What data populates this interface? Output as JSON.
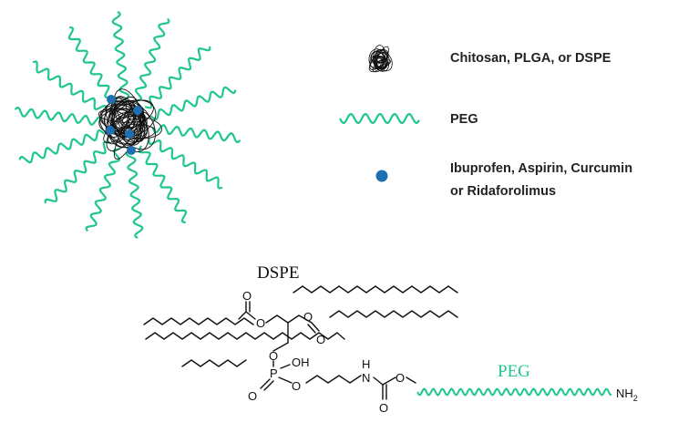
{
  "legend": {
    "core_label": "Chitosan, PLGA, or DSPE",
    "peg_label": "PEG",
    "drug_label_line1": "Ibuprofen, Aspirin, Curcumin",
    "drug_label_line2": "or Ridaforolimus"
  },
  "structure": {
    "dspe_label": "DSPE",
    "peg_label": "PEG",
    "atom_o": "O",
    "atom_p": "P",
    "atom_oh": "OH",
    "atom_n": "N",
    "atom_h": "H",
    "atom_nh": "NH",
    "atom_sub2": "2"
  },
  "colors": {
    "peg": "#1fc68f",
    "drug": "#1f6fb4",
    "line": "#111111",
    "core": "#111111"
  },
  "icons": {
    "core": "tangled-polymer-icon",
    "peg": "wavy-chain-icon",
    "drug": "dot-icon"
  }
}
